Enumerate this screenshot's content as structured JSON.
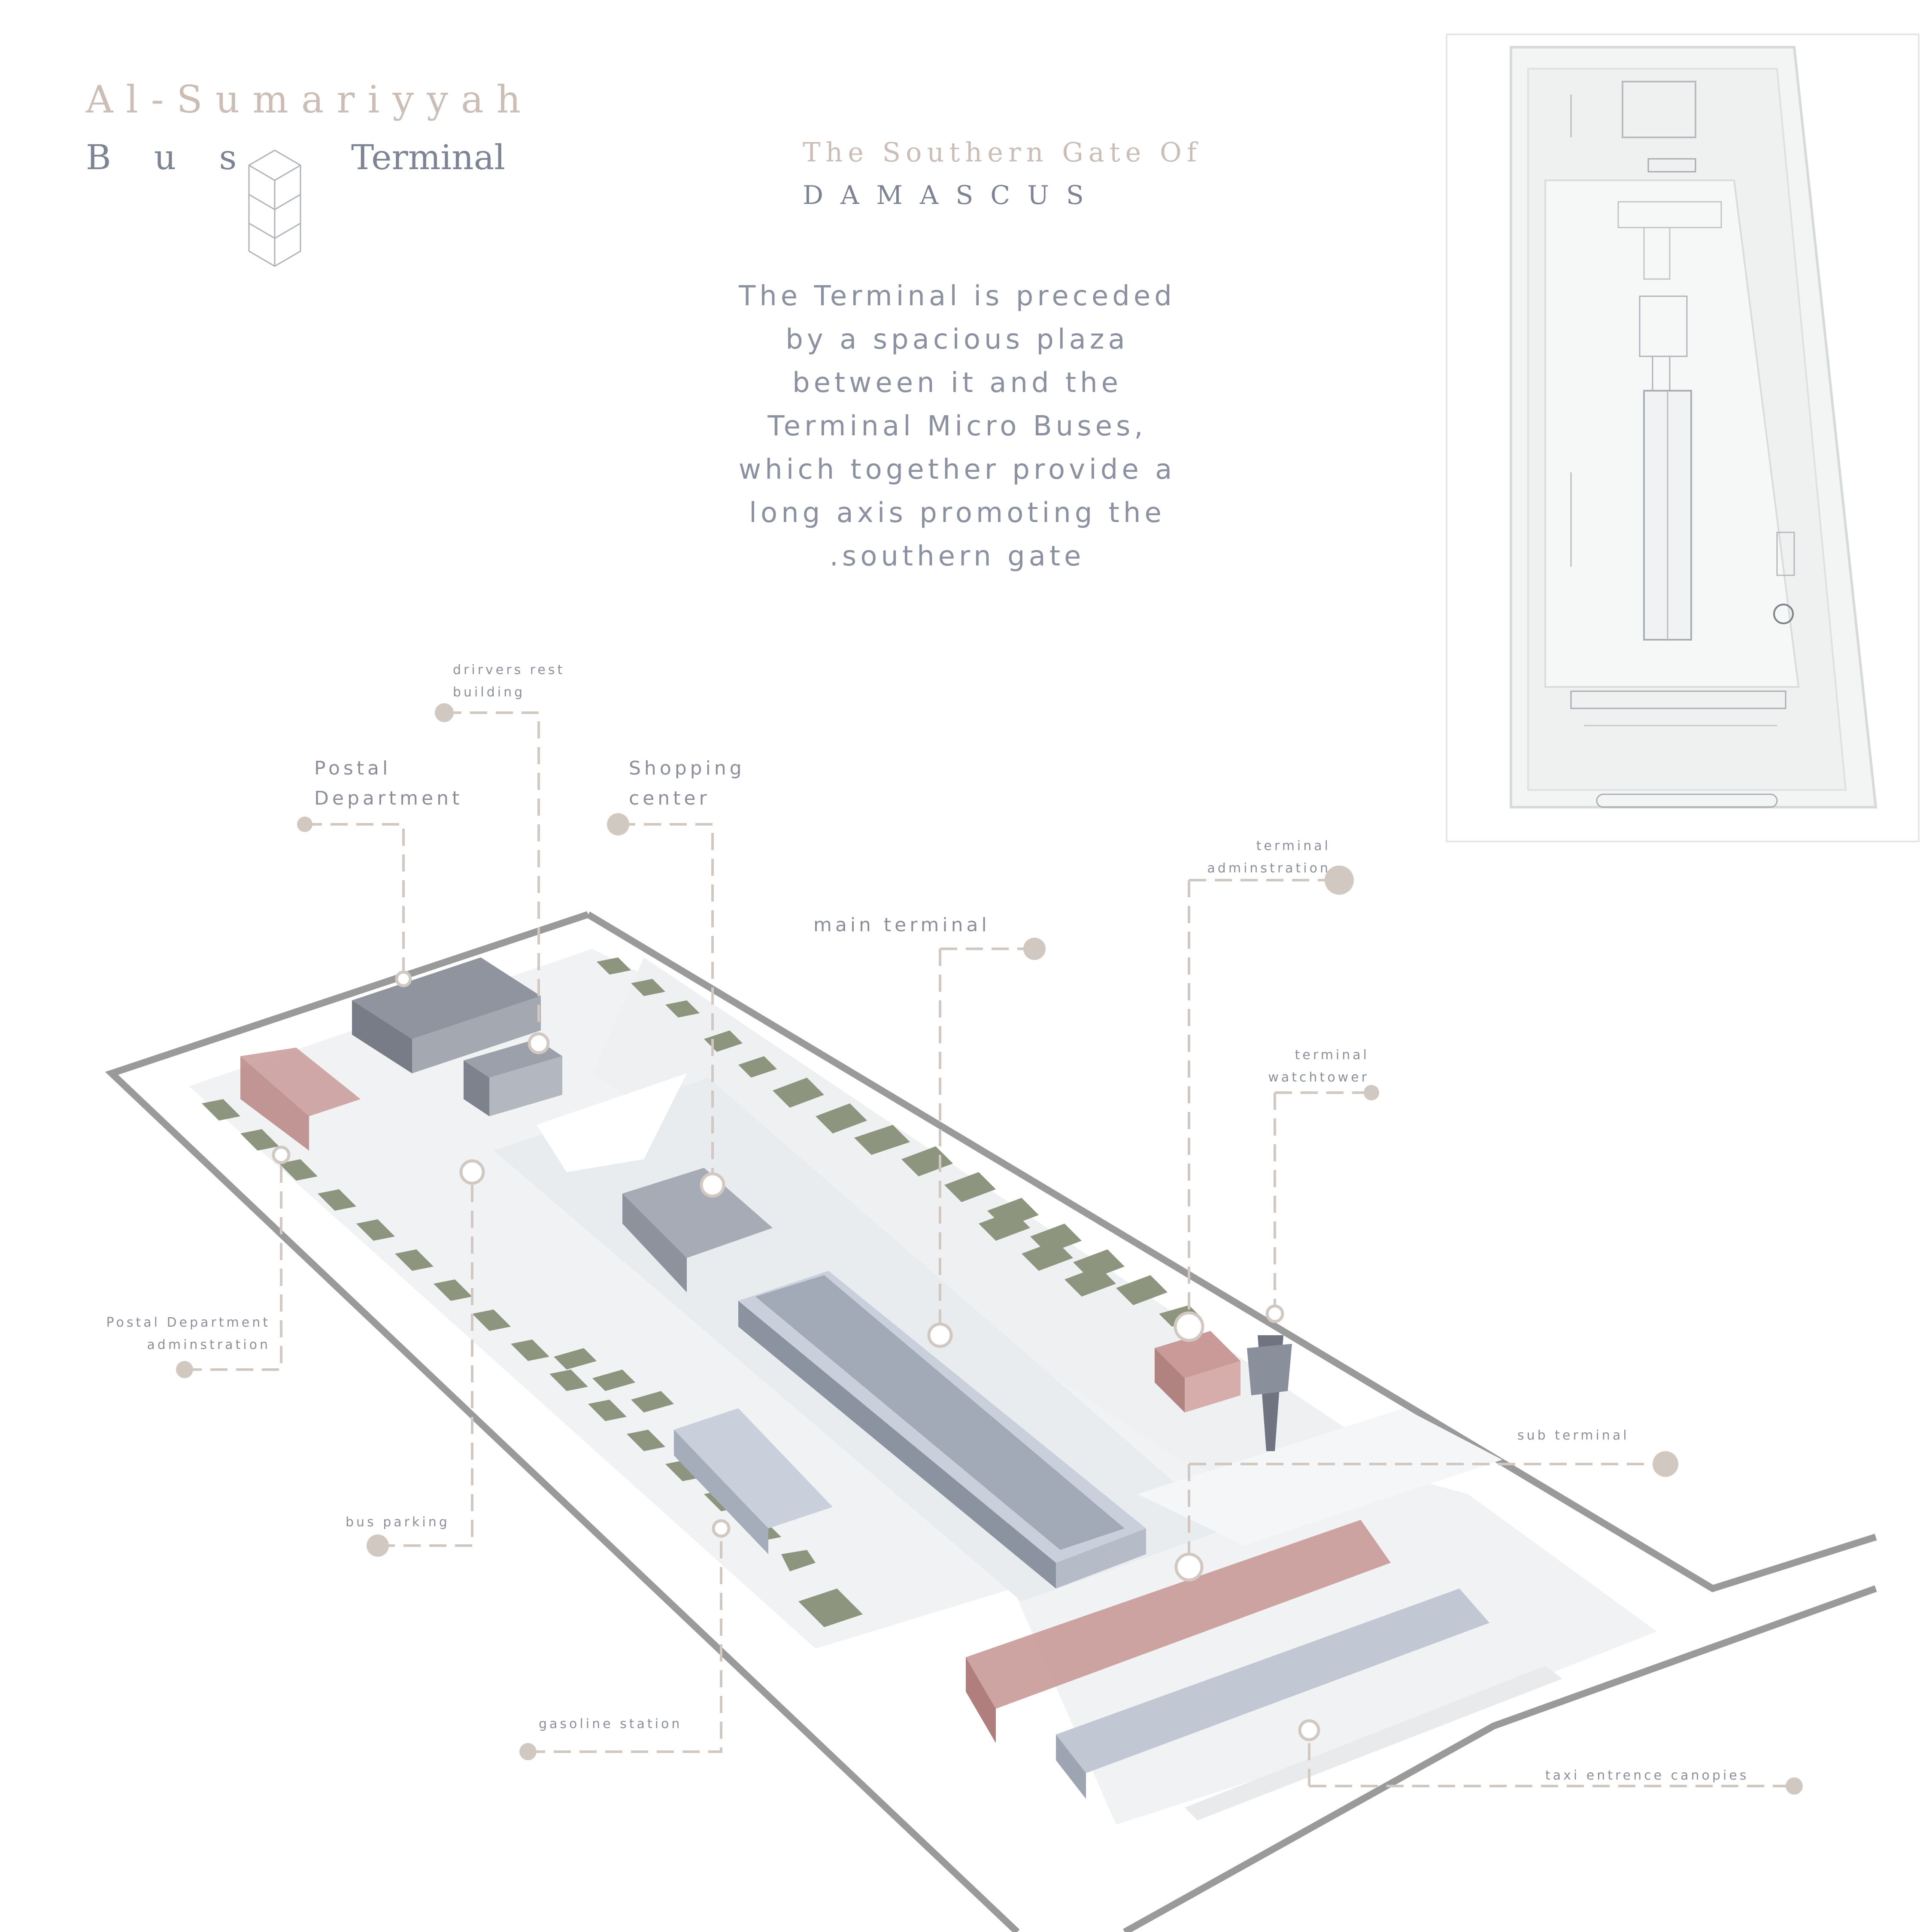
{
  "header": {
    "title_line1": "Al-Sumariyyah",
    "title_bus": "Bus",
    "title_terminal": "Terminal",
    "subtitle_line1": "The Southern Gate Of",
    "subtitle_line2": "DAMASCUS"
  },
  "description": {
    "lines": [
      "The Terminal is preceded",
      "by a spacious plaza",
      "between it and the",
      "Terminal Micro Buses,",
      "which together provide a",
      "long axis promoting the",
      ".southern gate"
    ]
  },
  "labels": {
    "drivers_rest": [
      "drirvers rest",
      "building"
    ],
    "postal_department": [
      "Postal",
      "Department"
    ],
    "shopping_center": [
      "Shopping",
      "center"
    ],
    "terminal_administration": [
      "terminal",
      "adminstration"
    ],
    "main_terminal": "main  terminal",
    "terminal_watchtower": [
      "terminal",
      "watchtower"
    ],
    "postal_department_administration": [
      "Postal Department",
      "adminstration"
    ],
    "sub_terminal": "sub  terminal",
    "bus_parking": "bus parking",
    "gasoline_station": "gasoline station",
    "taxi_entrance_canopies": "taxi entrence canopies"
  },
  "colors": {
    "road": "#9a9a9a",
    "plaza": "#f1f2f3",
    "parking": "#8e957e",
    "building": "#9ba0ab",
    "canopy": "#c9d0dc",
    "highlight": "#c99a98",
    "leader": "#d2c8c2",
    "label": "#8a8f99"
  }
}
